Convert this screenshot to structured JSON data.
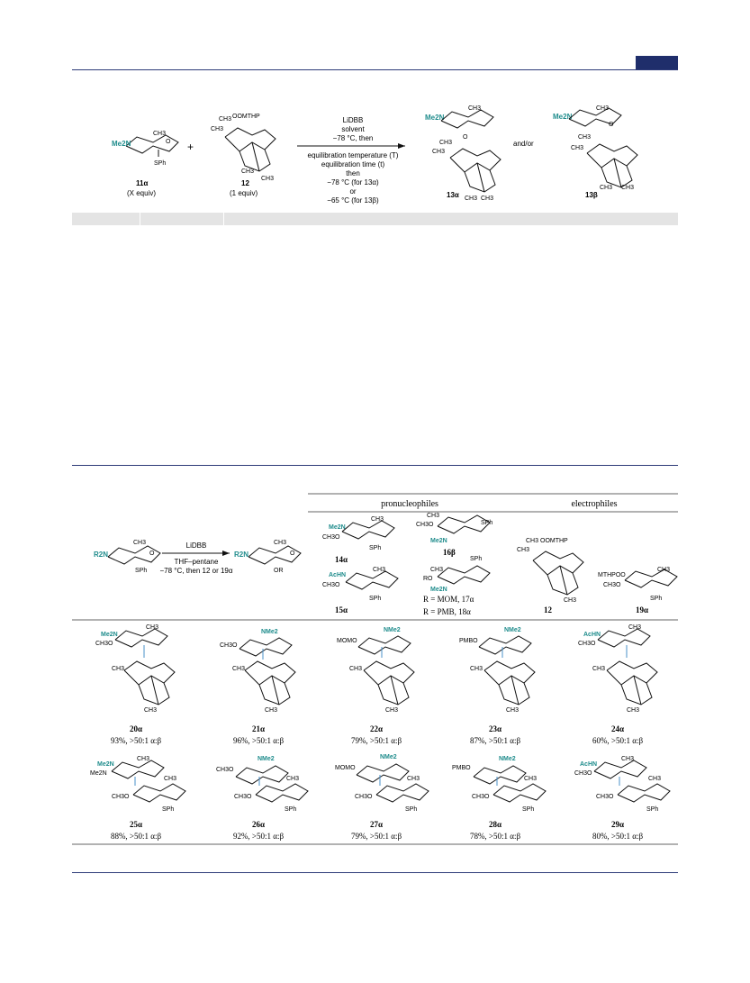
{
  "scheme1": {
    "reagent_top": [
      "LiDBB",
      "solvent",
      "−78 °C, then"
    ],
    "reagent_bottom": [
      "equilibration temperature (T)",
      "equilibration time (t)",
      "then",
      "−78 °C (for 13α)",
      "or",
      "−65 °C (for 13β)"
    ],
    "plus": "+",
    "and_or": "and/or",
    "sm1": {
      "id": "11α",
      "equiv": "(X equiv)"
    },
    "sm2": {
      "id": "12",
      "equiv": "(1 equiv)"
    },
    "prod_a": "13α",
    "prod_b": "13β"
  },
  "scheme2": {
    "reagent_top": "LiDBB",
    "reagent_bottom": [
      "THF–pentane",
      "−78 °C, then 12 or 19α"
    ],
    "header_pronuc": "pronucleophiles",
    "header_electro": "electrophiles",
    "labels": {
      "c14": "14α",
      "c15": "15α",
      "c16": "16β",
      "c17": "R = MOM, 17α",
      "c18": "R = PMB, 18α",
      "c12": "12",
      "c19": "19α"
    },
    "row1": [
      {
        "id": "20α",
        "yield": "93%, >50:1 α:β"
      },
      {
        "id": "21α",
        "yield": "96%, >50:1 α:β"
      },
      {
        "id": "22α",
        "yield": "79%, >50:1 α:β"
      },
      {
        "id": "23α",
        "yield": "87%, >50:1 α:β"
      },
      {
        "id": "24α",
        "yield": "60%, >50:1 α:β"
      }
    ],
    "row2": [
      {
        "id": "25α",
        "yield": "88%, >50:1 α:β"
      },
      {
        "id": "26α",
        "yield": "92%, >50:1 α:β"
      },
      {
        "id": "27α",
        "yield": "79%, >50:1 α:β"
      },
      {
        "id": "28α",
        "yield": "78%, >50:1 α:β"
      },
      {
        "id": "29α",
        "yield": "80%, >50:1 α:β"
      }
    ]
  },
  "colors": {
    "rule": "#2d3a78",
    "accent_teal": "#1f8c8c",
    "table_header": "#e4e4e4"
  },
  "chem_text": {
    "me2n": "Me2N",
    "nme2": "NMe2",
    "achn": "AcHN",
    "r2n": "R2N",
    "ch3": "CH3",
    "ch3o": "CH3O",
    "sph": "SPh",
    "or": "OR",
    "o": "O",
    "oomthp": "OOMTHP",
    "mthpoo": "MTHPOO",
    "momo": "MOMO",
    "pmbo": "PMBO",
    "ro": "RO"
  }
}
